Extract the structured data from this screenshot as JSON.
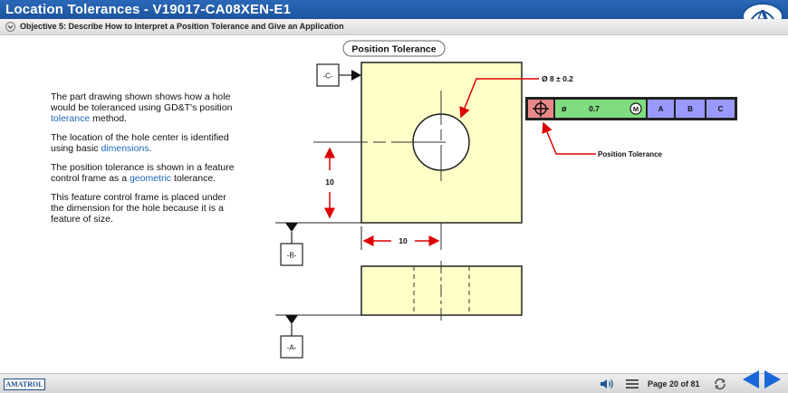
{
  "header": {
    "title": "Location Tolerances - V19017-CA08XEN-E1",
    "objective": "Objective 5: Describe How to Interpret a Position Tolerance and Give an Application"
  },
  "content": {
    "paragraphs": [
      {
        "before": "The part drawing shown shows how a hole would be toleranced using GD&T's position ",
        "link": "tolerance",
        "after": " method."
      },
      {
        "before": "The location of the hole center is identified using basic ",
        "link": "dimensions",
        "after": "."
      },
      {
        "before": "The position tolerance is shown in a feature control frame as a ",
        "link": "geometric",
        "after": " tolerance."
      },
      {
        "before": "This feature control frame is placed under the dimension for the hole because it is a feature of size.",
        "link": "",
        "after": ""
      }
    ]
  },
  "diagram": {
    "heading": "Position Tolerance",
    "datum_c": "-C-",
    "datum_b": "-B-",
    "datum_a": "-A-",
    "hole_dim": "Ø 8 ± 0.2",
    "dim_vertical": "10",
    "dim_horizontal": "10",
    "fcf": {
      "diameter": "ø",
      "tolerance": "0.7",
      "modifier": "M",
      "datum1": "A",
      "datum2": "B",
      "datum3": "C"
    },
    "callout": "Position Tolerance"
  },
  "footer": {
    "brand": "AMATROL",
    "page": "Page 20 of 81"
  },
  "colors": {
    "title_bar": "#1d549c",
    "part_fill": "#ffffc8",
    "fcf_fill": "#7fdc7f",
    "fcf_symbol_fill": "#e88888",
    "datum_fill": "#9999ff",
    "dim_red": "#dd0000"
  }
}
